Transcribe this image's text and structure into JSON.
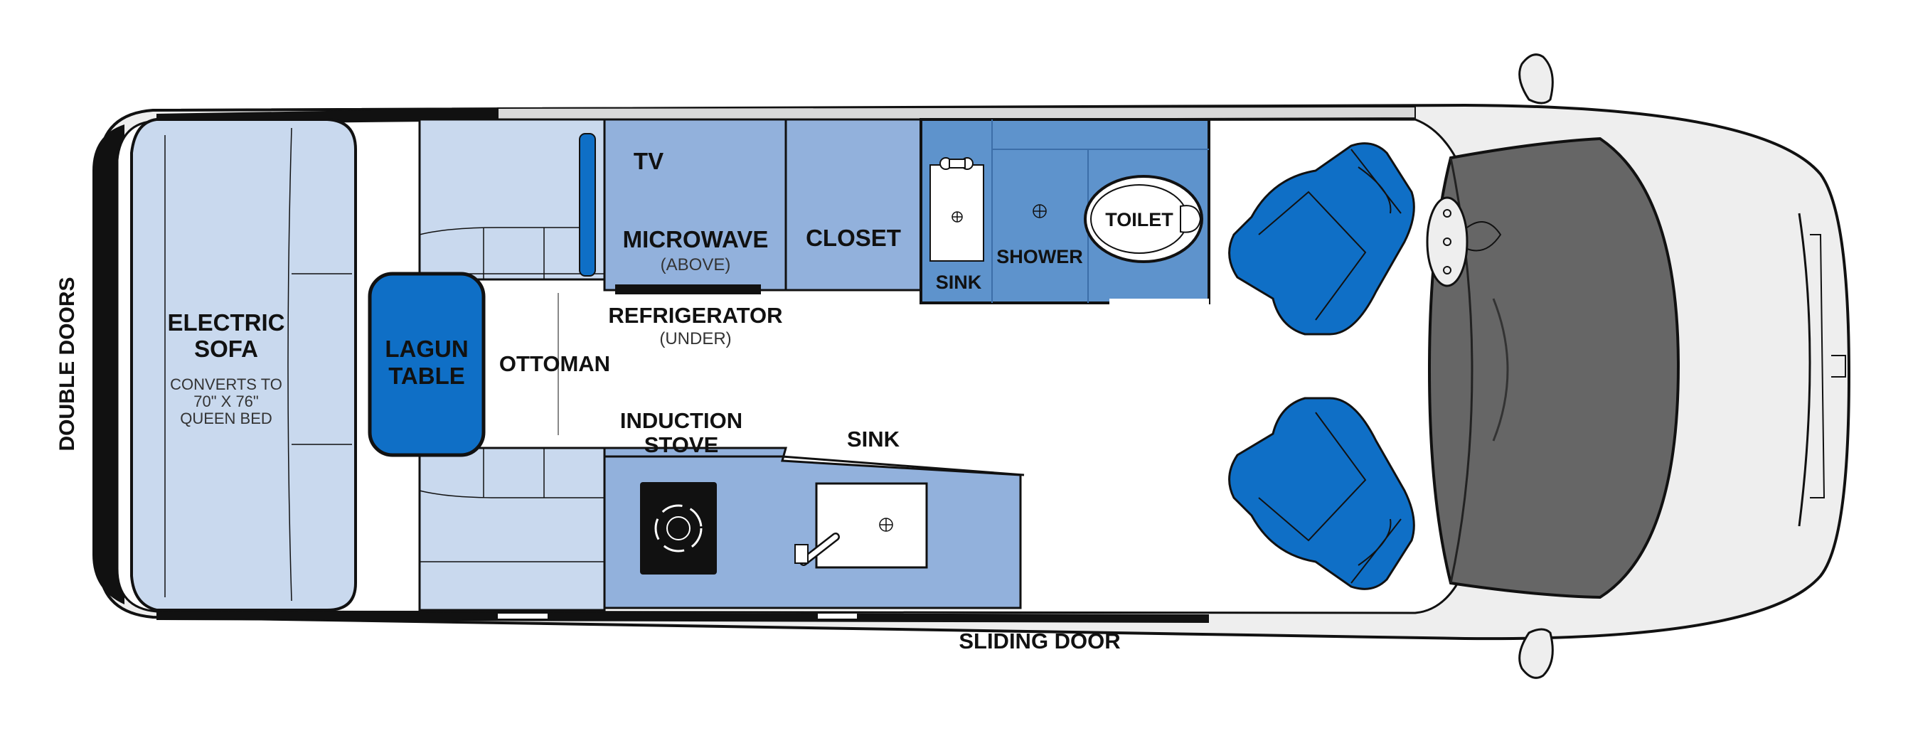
{
  "colors": {
    "outline": "#111111",
    "light_blue": "#c9d9ee",
    "mid_blue": "#92b1dc",
    "bath_blue": "#5e93cc",
    "seat_blue": "#0f6fc6",
    "cab_gray": "#666666",
    "body_gray": "#eeeeee",
    "floor": "#ffffff"
  },
  "labels": {
    "double_doors": "DOUBLE DOORS",
    "sofa_line1": "ELECTRIC",
    "sofa_line2": "SOFA",
    "sofa_note1": "CONVERTS TO",
    "sofa_note2": "70\" X 76\"",
    "sofa_note3": "QUEEN BED",
    "table_line1": "LAGUN",
    "table_line2": "TABLE",
    "ottoman": "OTTOMAN",
    "tv": "TV",
    "microwave": "MICROWAVE",
    "microwave_note": "(ABOVE)",
    "closet": "CLOSET",
    "refrigerator": "REFRIGERATOR",
    "refrigerator_note": "(UNDER)",
    "bath_sink": "SINK",
    "shower": "SHOWER",
    "toilet": "TOILET",
    "stove_line1": "INDUCTION",
    "stove_line2": "STOVE",
    "galley_sink": "SINK",
    "sliding_door": "SLIDING DOOR"
  },
  "icons": [
    "cooktop-icon",
    "faucet-icon",
    "drain-icon",
    "steering-wheel-icon",
    "mirror-icon"
  ]
}
